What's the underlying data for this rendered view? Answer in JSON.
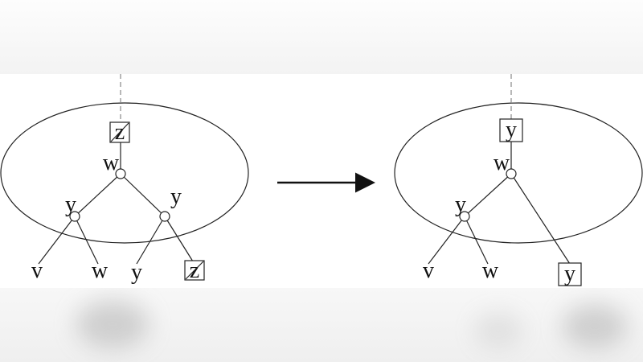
{
  "left_tree": {
    "root_label": "z",
    "node_top_label": "w",
    "node_left_label": "y",
    "node_right_label": "y",
    "leaf_1": "v",
    "leaf_2": "w",
    "leaf_3": "y",
    "leaf_4": "z"
  },
  "right_tree": {
    "root_label": "y",
    "node_top_label": "w",
    "node_left_label": "y",
    "leaf_1": "v",
    "leaf_2": "w",
    "leaf_3": "y"
  },
  "colors": {
    "stroke": "#222222",
    "dashed": "#888888",
    "arrow": "#111111"
  }
}
